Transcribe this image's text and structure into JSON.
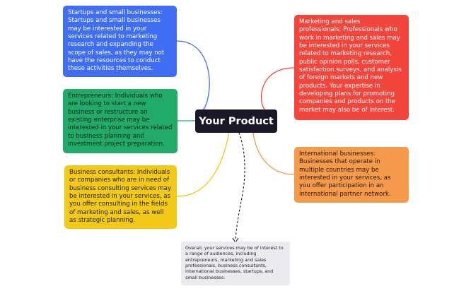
{
  "center": {
    "label": "Your Product"
  },
  "nodes": {
    "startups": {
      "text": "Startups and small businesses: Startups and small businesses may be interested in your services related to marketing research and expanding the scope of sales, as they may not have the resources to conduct these activities themselves.",
      "color": "#3f6ef5"
    },
    "entrepreneurs": {
      "text": "Entrepreneurs: Individuals who are looking to start a new business or restructure an existing enterprise may be interested in your services related to business planning and investment project preparation.",
      "color": "#21aa68"
    },
    "consultants": {
      "text": "Business consultants: Individuals or companies who are in need of business consulting services may be interested in your services, as you offer consulting in the fields of marketing and sales, as well as strategic planning.",
      "color": "#f2c819"
    },
    "marketing": {
      "text": "Marketing and sales professionals: Professionals who work in marketing and sales may be interested in your services related to marketing research, public opinion polls, customer satisfaction surveys, and analysis of foreign markets and new products. Your expertise in developing plans for promoting companies and products on the market may also be of interest.",
      "color": "#f4453d"
    },
    "international": {
      "text": "International businesses: Businesses that operate in multiple countries may be interested in your services, as you offer participation in an international partner network.",
      "color": "#f5994b"
    }
  },
  "summary": {
    "text": "Overall, your services may be of interest to a range of audiences, including entrepreneurs, marketing and sales professionals, business consultants, international businesses, startups, and small businesses."
  }
}
